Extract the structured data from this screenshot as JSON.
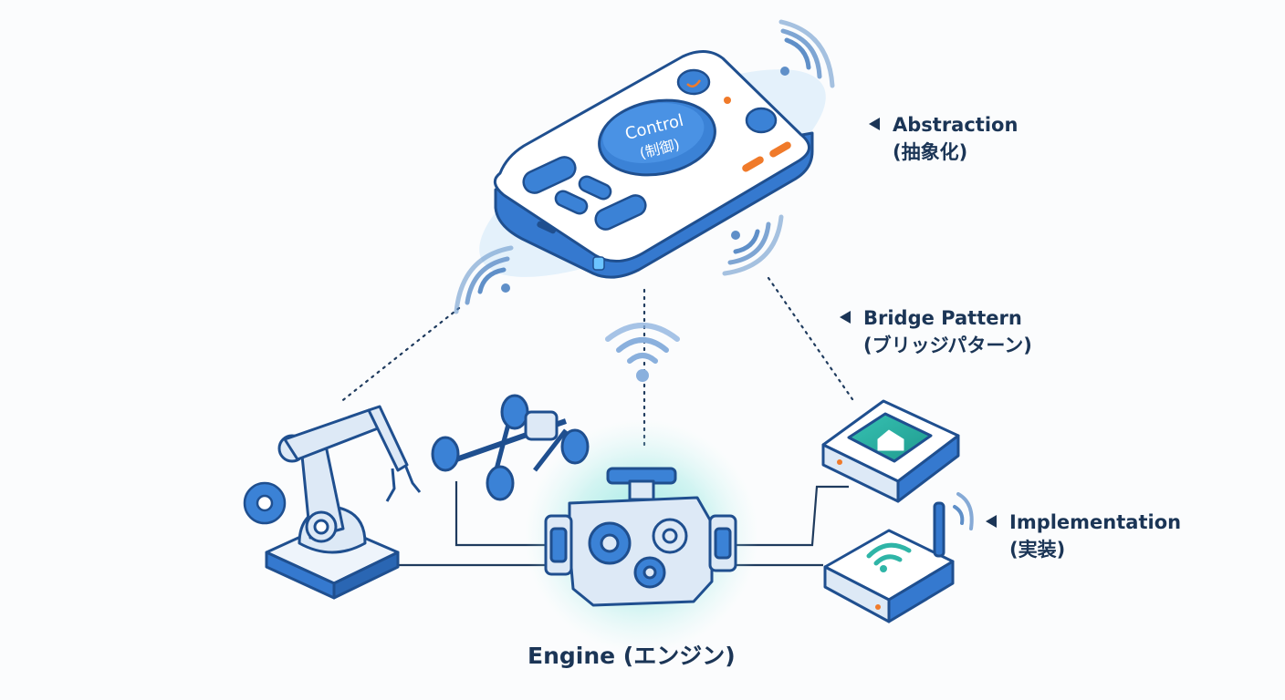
{
  "remote": {
    "button_label_line1": "Control",
    "button_label_line2": "(制御)"
  },
  "labels": {
    "abstraction": {
      "line1": "Abstraction",
      "line2": "(抽象化)"
    },
    "bridge": {
      "line1": "Bridge Pattern",
      "line2": "(ブリッジパターン)"
    },
    "implementation": {
      "line1": "Implementation",
      "line2": "(実装)"
    }
  },
  "engine": {
    "caption": "Engine (エンジン)"
  },
  "colors": {
    "outline": "#1f4f8f",
    "blue_fill": "#3b82d6",
    "light_blue": "#dde9f6",
    "teal": "#2fb5a7",
    "orange": "#f07a2a",
    "glow": "#7fe3dc",
    "text": "#1b3556"
  },
  "icons": [
    "remote-control-icon",
    "robot-arm-icon",
    "car-chassis-icon",
    "engine-icon",
    "smart-home-hub-icon",
    "wifi-router-icon",
    "gear-icon",
    "wifi-signal-icon"
  ]
}
